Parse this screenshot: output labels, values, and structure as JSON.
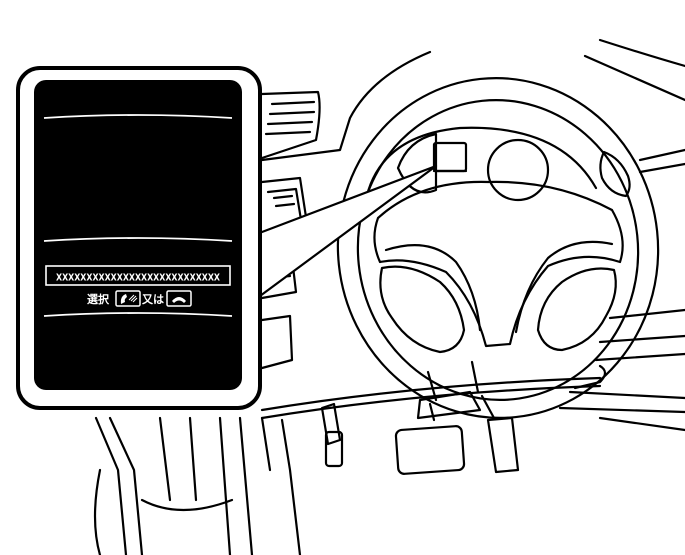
{
  "display": {
    "entry_text": "XXXXXXXXXXXXXXXXXXXXXXXXXXX",
    "select_label": "選択",
    "or_label": "又は",
    "accept_icon": "phone-accept-icon",
    "hangup_icon": "phone-hangup-icon"
  },
  "colors": {
    "screen_bg": "#000000",
    "screen_text": "#ffffff",
    "line_art": "#000000"
  }
}
